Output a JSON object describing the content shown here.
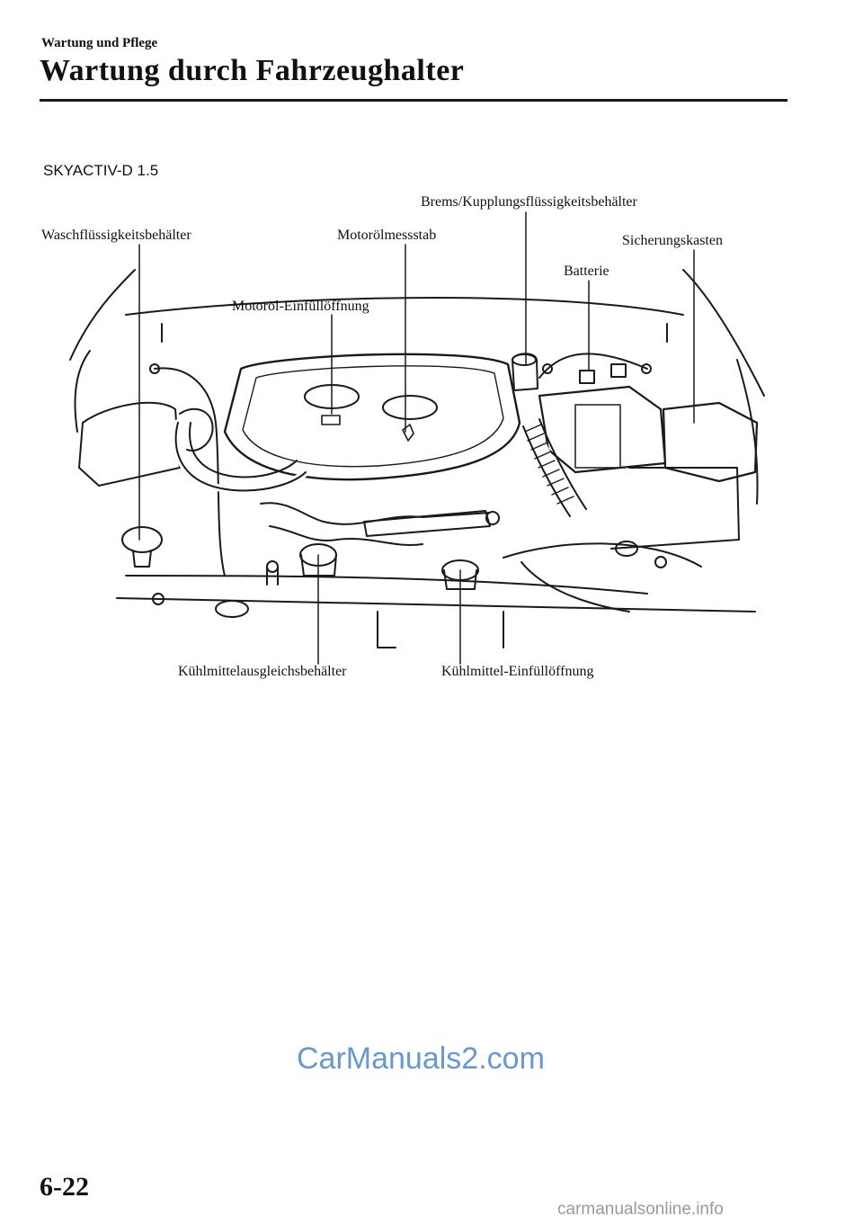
{
  "header": {
    "section": "Wartung und Pflege",
    "title": "Wartung durch Fahrzeughalter"
  },
  "figure": {
    "model": "SKYACTIV-D 1.5",
    "labels": {
      "brake_clutch_reservoir": "Brems/Kupplungsflüssigkeitsbehälter",
      "washer_reservoir": "Waschflüssigkeitsbehälter",
      "dipstick": "Motorölmessstab",
      "fuse_box": "Sicherungskasten",
      "battery": "Batterie",
      "oil_filler": "Motoröl-Einfüllöffnung",
      "coolant_reservoir": "Kühlmittelausgleichsbehälter",
      "coolant_filler": "Kühlmittel-Einfüllöffnung"
    }
  },
  "footer": {
    "page_number": "6-22",
    "watermark": "CarManuals2.com",
    "site": "carmanualsonline.info"
  }
}
